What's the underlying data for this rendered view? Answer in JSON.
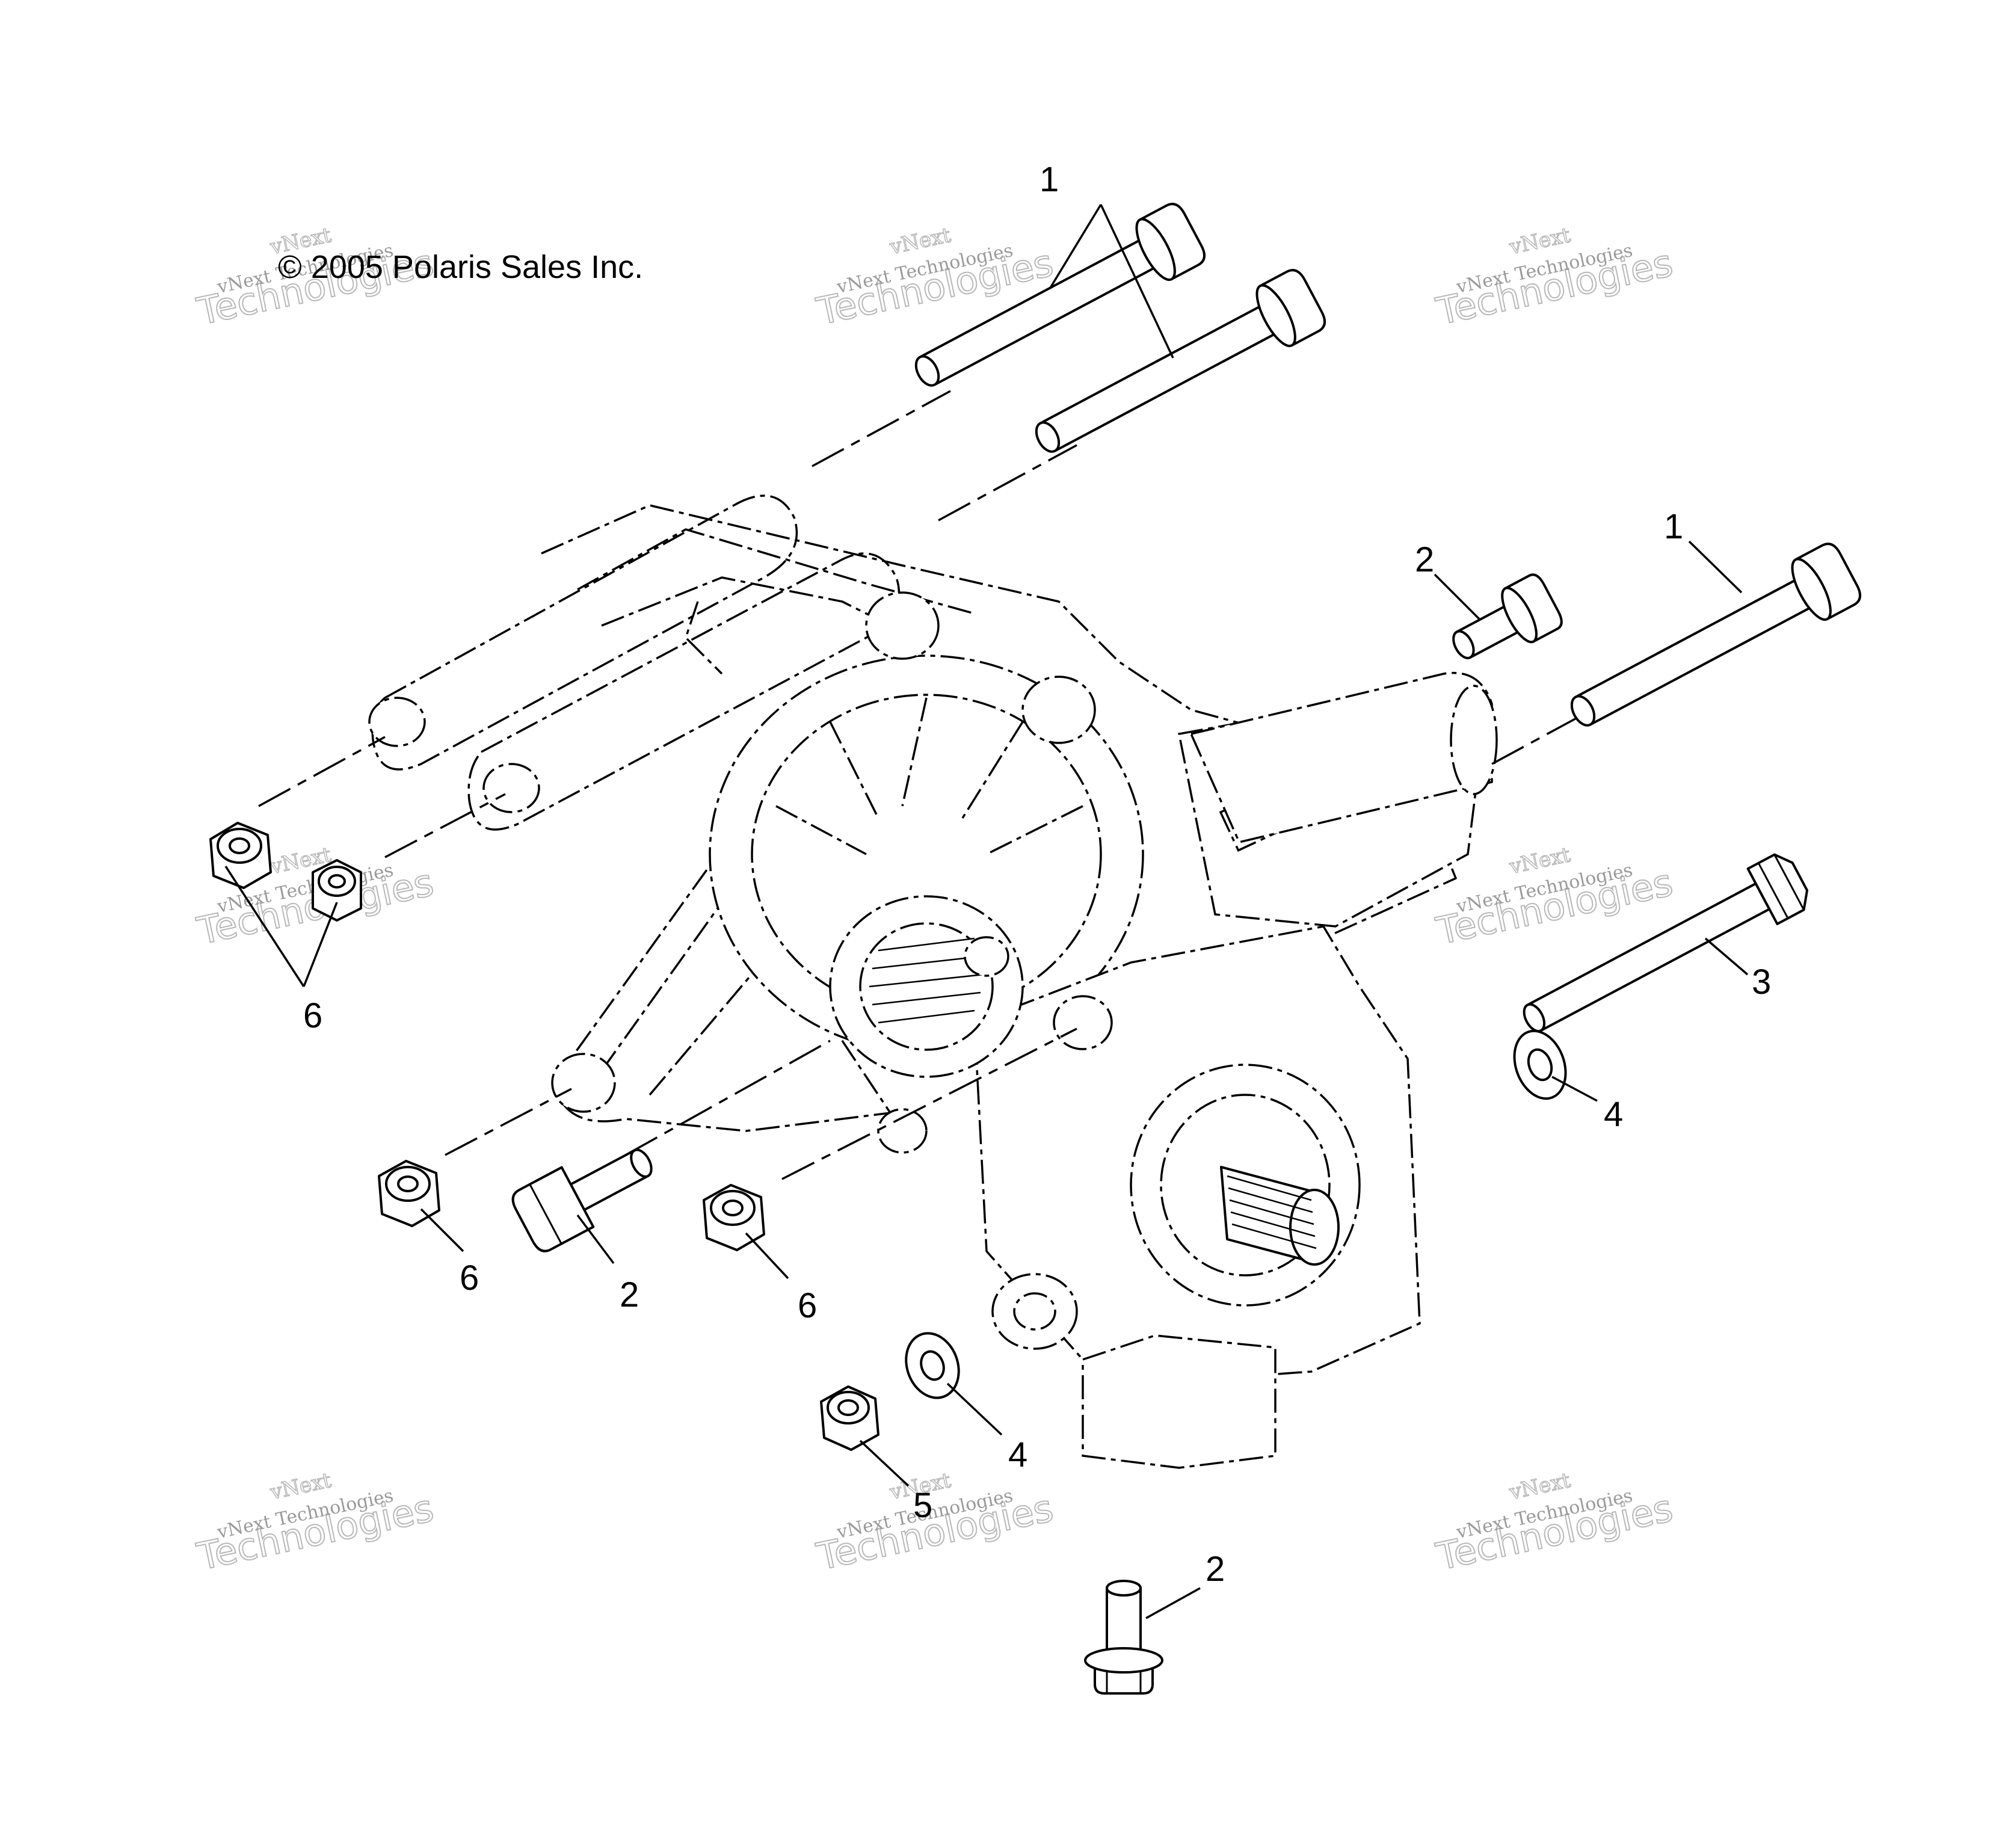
{
  "copyright": "© 2005 Polaris Sales Inc.",
  "watermark": {
    "line1": "vNext Technologies",
    "line2": "Technologies",
    "line3": "vNext"
  },
  "callouts": {
    "c1_top": "1",
    "c1_right": "1",
    "c2_upper": "2",
    "c2_lower_left": "2",
    "c2_bottom": "2",
    "c3": "3",
    "c4_right": "4",
    "c4_lower": "4",
    "c5": "5",
    "c6_left": "6",
    "c6_lower_left": "6",
    "c6_lower_mid": "6"
  }
}
